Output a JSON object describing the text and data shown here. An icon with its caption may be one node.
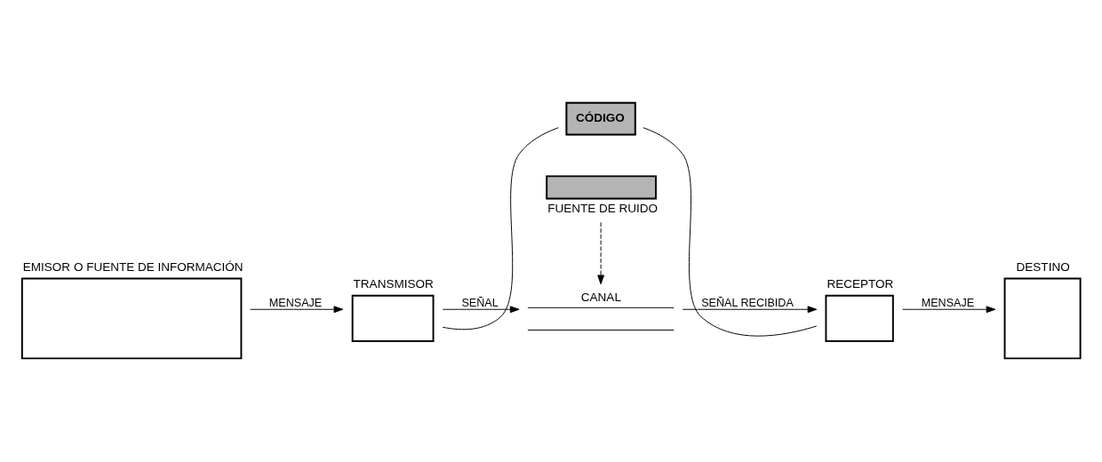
{
  "diagram": {
    "nodes": [
      {
        "text": [
          "EMISOR O FUENTE DE INFORMACIÓN"
        ]
      },
      {
        "text": [
          "TRANSMISOR"
        ]
      },
      {
        "text": [
          "CÓDIGO"
        ]
      },
      {
        "text": [
          "CANAL"
        ]
      },
      {
        "text": [
          "RECEPTOR"
        ]
      },
      {
        "text": [
          "DESTINO"
        ]
      },
      {
        "text": [
          "FUENTE DE RUIDO"
        ]
      }
    ],
    "edges": [
      {
        "from": 0,
        "to": 1,
        "arrow": "to",
        "label": "MENSAJE"
      },
      {
        "from": 1,
        "to": 3,
        "arrow": "to",
        "label": "SEÑAL"
      },
      {
        "from": 3,
        "to": 4,
        "arrow": "to",
        "label": "SEÑAL RECIBIDA"
      },
      {
        "from": 4,
        "to": 5,
        "arrow": "to",
        "label": "MENSAJE"
      },
      {
        "from": 2,
        "to": 1,
        "arrow": "none"
      },
      {
        "from": 2,
        "to": 4,
        "arrow": "none"
      },
      {
        "from": 6,
        "to": 3,
        "arrow": "to",
        "style": "dashed"
      }
    ]
  }
}
